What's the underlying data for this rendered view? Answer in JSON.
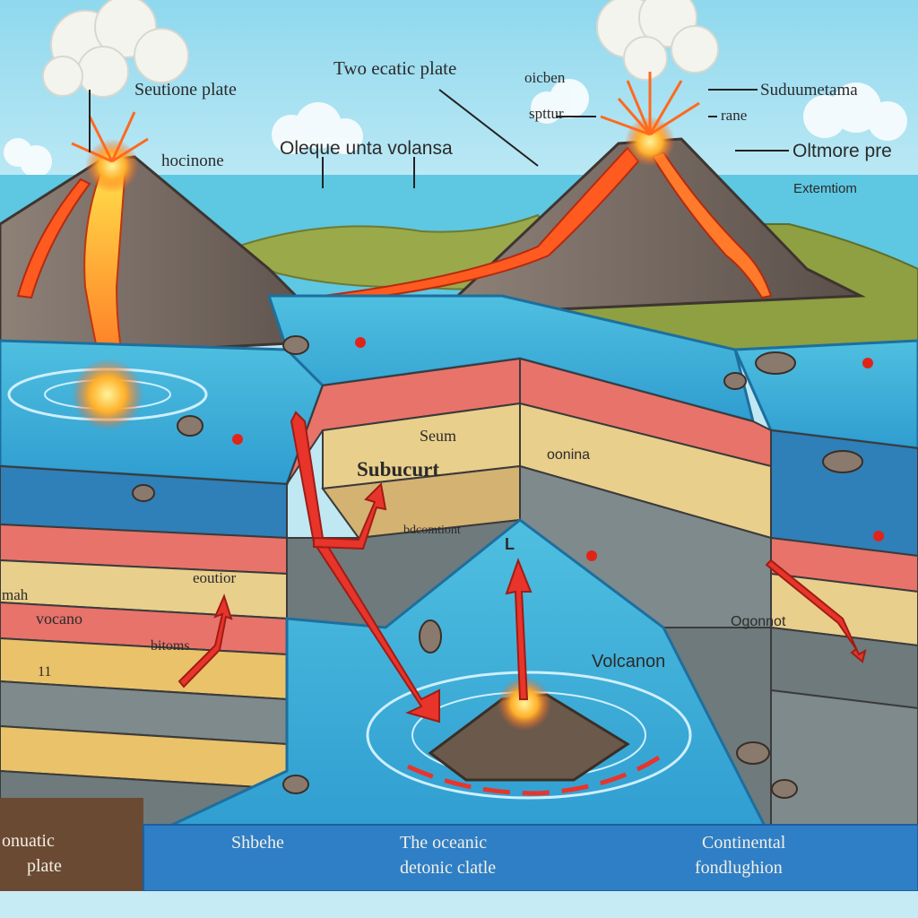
{
  "labels": {
    "top_left_plate": "Seutione plate",
    "top_left_hocinone": "hocinone",
    "top_center_title": "Two ecatic plate",
    "mid_oleque": "Oleque unta volansa",
    "oicben": "oicben",
    "sptur": "spttur",
    "subduction_top": "Suduumetama",
    "rane": "rane",
    "oltmore": "Oltmore pre",
    "extension": "Extemtiom",
    "seum": "Seum",
    "subucurt": "Subucurt",
    "oonina": "oonina",
    "bdcomtion": "bdcomtiont",
    "l_marker": "L",
    "eoutior": "eoutior",
    "mah": "mah",
    "vocano": "vocano",
    "bitoms": "bitoms",
    "n_marker": "11",
    "volcanon": "Volcanon",
    "ogonnot": "Ogonnot",
    "bottom_left_line1": "onuatic",
    "bottom_left_line2": "plate",
    "bottom_shbehe": "Shbehe",
    "bottom_oceanic_line1": "The oceanic",
    "bottom_oceanic_line2": "detonic clatle",
    "bottom_continental_line1": "Continental",
    "bottom_continental_line2": "fondlughion"
  },
  "colors": {
    "sky": "#bfe8f3",
    "sea": "#5cc6e6",
    "deep_water": "#2f8fc8",
    "lava": "#f04a1f",
    "magma_glow": "#ffd43a",
    "mountain": "#6b5f58",
    "grass": "#9aa94a",
    "crust_red": "#e8736a",
    "crust_tan": "#e9cf8c",
    "crust_gray": "#7e8a8c",
    "arrow_red": "#e8342b"
  },
  "icons": [
    "erupting-volcano-icon",
    "red-arrow-icon",
    "rock-icon"
  ]
}
